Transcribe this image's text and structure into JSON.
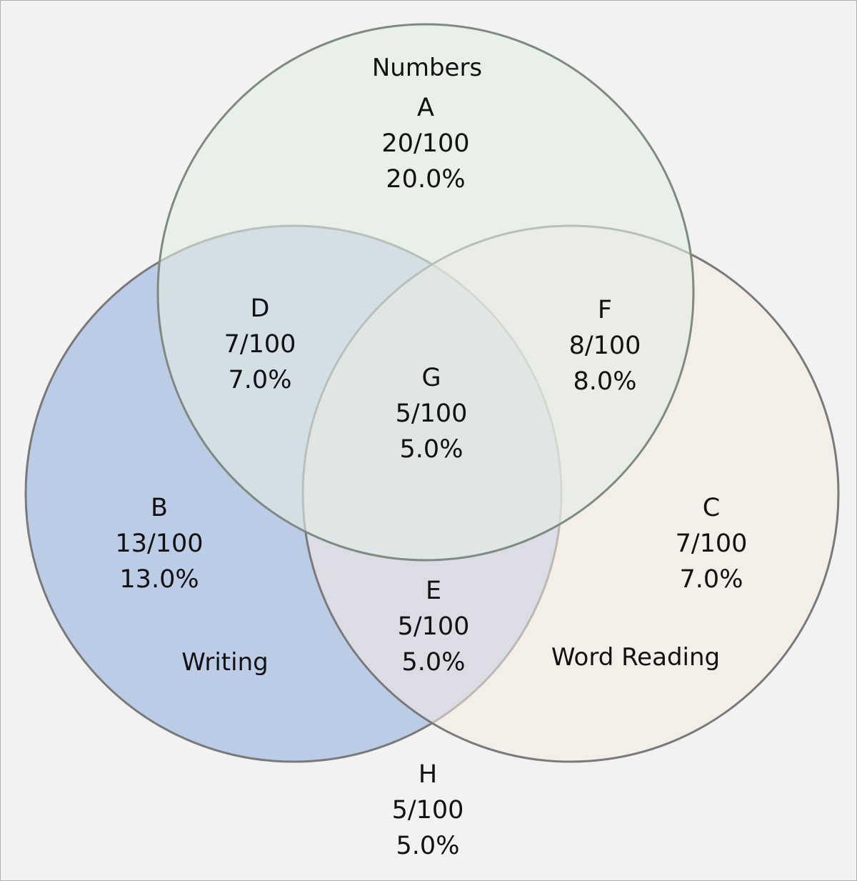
{
  "sets": {
    "numbers": {
      "label": "Numbers",
      "color": "#e3ece2"
    },
    "writing": {
      "label": "Writing",
      "color": "#bccbe6"
    },
    "word_reading": {
      "label": "Word Reading",
      "color": "#f6ebe2"
    }
  },
  "regions": {
    "A": {
      "letter": "A",
      "count": "20/100",
      "percent": "20.0%"
    },
    "B": {
      "letter": "B",
      "count": "13/100",
      "percent": "13.0%"
    },
    "C": {
      "letter": "C",
      "count": "7/100",
      "percent": "7.0%"
    },
    "D": {
      "letter": "D",
      "count": "7/100",
      "percent": "7.0%"
    },
    "E": {
      "letter": "E",
      "count": "5/100",
      "percent": "5.0%"
    },
    "F": {
      "letter": "F",
      "count": "8/100",
      "percent": "8.0%"
    },
    "G": {
      "letter": "G",
      "count": "5/100",
      "percent": "5.0%"
    },
    "H": {
      "letter": "H",
      "count": "5/100",
      "percent": "5.0%"
    }
  }
}
